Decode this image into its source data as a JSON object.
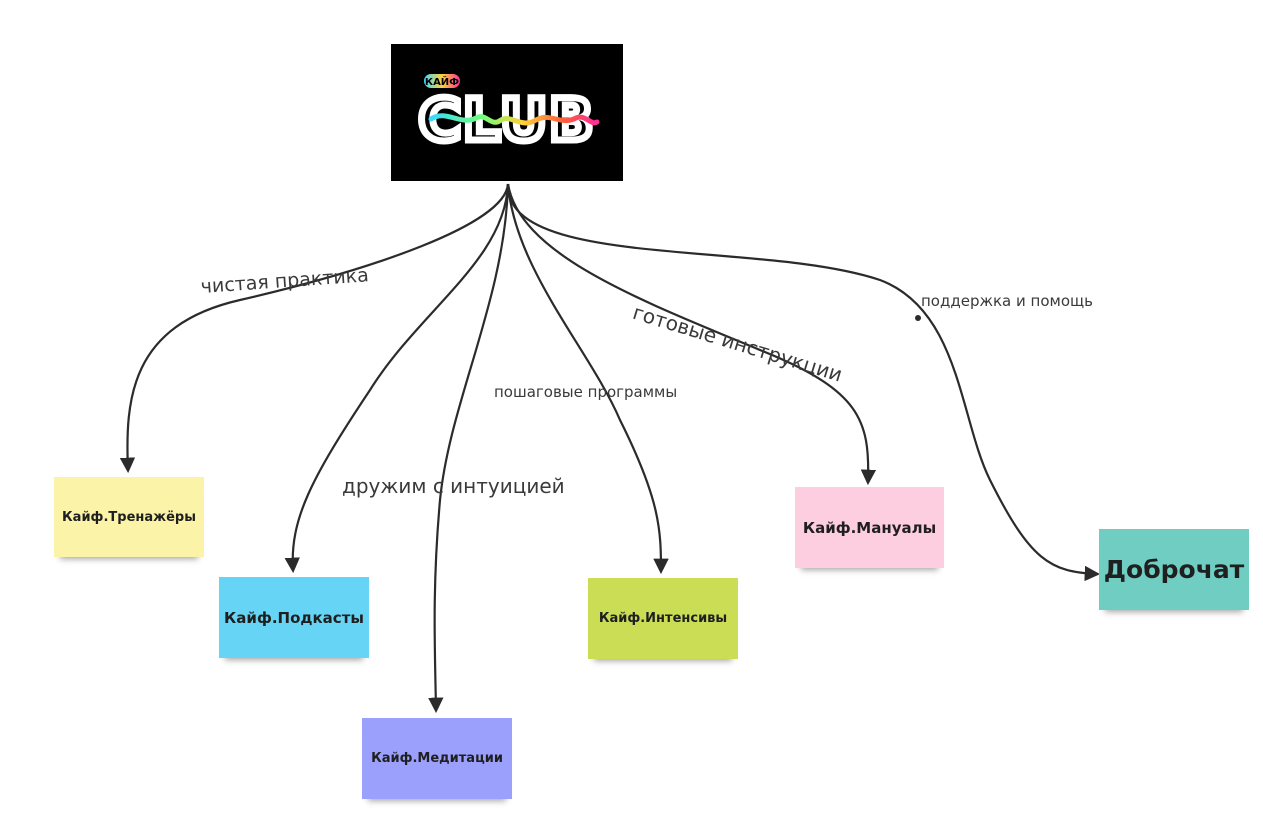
{
  "logo": {
    "badge_text": "КАЙФ",
    "wordmark": "CLUB"
  },
  "colors": {
    "yellow": "#fbf3a8",
    "blue": "#66d4f5",
    "purple": "#9aa0fb",
    "green": "#cadd55",
    "pink": "#fdcde0",
    "teal": "#6fcdc2"
  },
  "nodes": {
    "trenazhery": "Кайф.Тренажёры",
    "podkasty": "Кайф.Подкасты",
    "meditatsii": "Кайф.Медитации",
    "intensivy": "Кайф.Интенсивы",
    "manualy": "Кайф.Мануалы",
    "dobrochat": "Доброчат"
  },
  "edges": {
    "chistaya_praktika": "чистая практика",
    "druzhim": "дружим с интуицией",
    "poshagovye": "пошаговые программы",
    "gotovye": "готовые инструкции",
    "podderzhka": "поддержка и помощь"
  }
}
